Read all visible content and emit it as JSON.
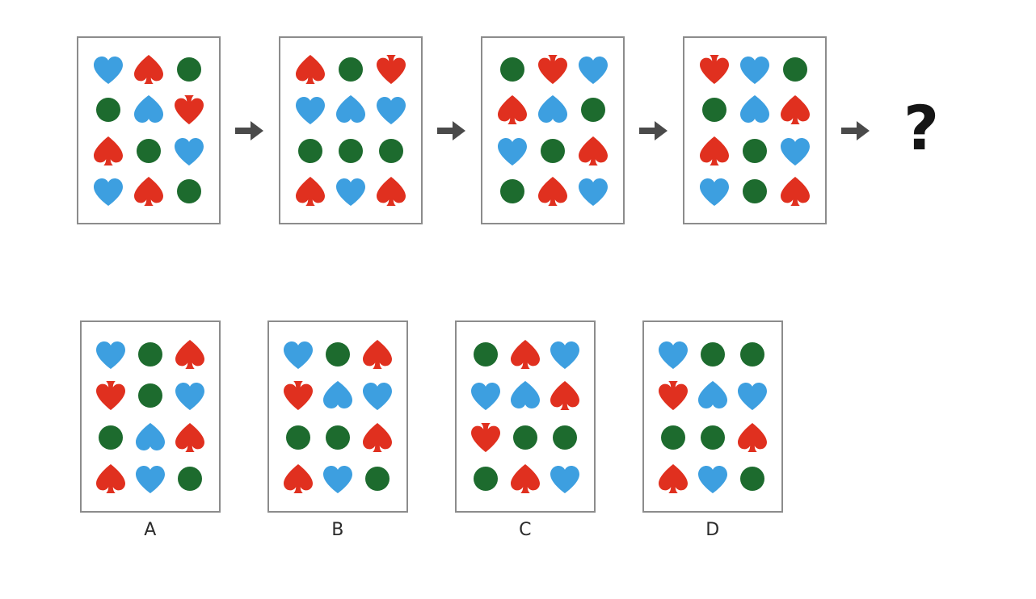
{
  "puzzle": {
    "type": "matrix-sequence-analogy",
    "grid_rows": 4,
    "grid_cols": 3,
    "question_symbol": "?",
    "arrow_icon": "arrow-right-icon",
    "colors": {
      "red": "#e0301f",
      "blue": "#3d9fe0",
      "green": "#1d6b2e",
      "panel_border": "#8c8c8c",
      "arrow": "#4a4a4a",
      "label": "#2b2b2b",
      "background": "#ffffff"
    },
    "shape_legend": {
      "heart": "heart-shape",
      "heart-inv": "heart-inverted-shape",
      "spade": "spade-shape",
      "spade-inv": "spade-inverted-shape",
      "circle": "circle-shape"
    }
  },
  "sequence": {
    "panels": [
      {
        "name": "sequence-panel-1",
        "cells": [
          {
            "shape": "heart",
            "color": "blue"
          },
          {
            "shape": "spade",
            "color": "red"
          },
          {
            "shape": "circle",
            "color": "green"
          },
          {
            "shape": "circle",
            "color": "green"
          },
          {
            "shape": "heart-inv",
            "color": "blue"
          },
          {
            "shape": "spade-inv",
            "color": "red"
          },
          {
            "shape": "spade",
            "color": "red"
          },
          {
            "shape": "circle",
            "color": "green"
          },
          {
            "shape": "heart",
            "color": "blue"
          },
          {
            "shape": "heart",
            "color": "blue"
          },
          {
            "shape": "spade",
            "color": "red"
          },
          {
            "shape": "circle",
            "color": "green"
          }
        ]
      },
      {
        "name": "sequence-panel-2",
        "cells": [
          {
            "shape": "spade",
            "color": "red"
          },
          {
            "shape": "circle",
            "color": "green"
          },
          {
            "shape": "spade-inv",
            "color": "red"
          },
          {
            "shape": "heart",
            "color": "blue"
          },
          {
            "shape": "heart-inv",
            "color": "blue"
          },
          {
            "shape": "heart",
            "color": "blue"
          },
          {
            "shape": "circle",
            "color": "green"
          },
          {
            "shape": "circle",
            "color": "green"
          },
          {
            "shape": "circle",
            "color": "green"
          },
          {
            "shape": "spade",
            "color": "red"
          },
          {
            "shape": "heart",
            "color": "blue"
          },
          {
            "shape": "spade",
            "color": "red"
          }
        ]
      },
      {
        "name": "sequence-panel-3",
        "cells": [
          {
            "shape": "circle",
            "color": "green"
          },
          {
            "shape": "spade-inv",
            "color": "red"
          },
          {
            "shape": "heart",
            "color": "blue"
          },
          {
            "shape": "spade",
            "color": "red"
          },
          {
            "shape": "heart-inv",
            "color": "blue"
          },
          {
            "shape": "circle",
            "color": "green"
          },
          {
            "shape": "heart",
            "color": "blue"
          },
          {
            "shape": "circle",
            "color": "green"
          },
          {
            "shape": "spade",
            "color": "red"
          },
          {
            "shape": "circle",
            "color": "green"
          },
          {
            "shape": "spade",
            "color": "red"
          },
          {
            "shape": "heart",
            "color": "blue"
          }
        ]
      },
      {
        "name": "sequence-panel-4",
        "cells": [
          {
            "shape": "spade-inv",
            "color": "red"
          },
          {
            "shape": "heart",
            "color": "blue"
          },
          {
            "shape": "circle",
            "color": "green"
          },
          {
            "shape": "circle",
            "color": "green"
          },
          {
            "shape": "heart-inv",
            "color": "blue"
          },
          {
            "shape": "spade",
            "color": "red"
          },
          {
            "shape": "spade",
            "color": "red"
          },
          {
            "shape": "circle",
            "color": "green"
          },
          {
            "shape": "heart",
            "color": "blue"
          },
          {
            "shape": "heart",
            "color": "blue"
          },
          {
            "shape": "circle",
            "color": "green"
          },
          {
            "shape": "spade",
            "color": "red"
          }
        ]
      }
    ]
  },
  "options": [
    {
      "label": "A",
      "name": "option-a",
      "cells": [
        {
          "shape": "heart",
          "color": "blue"
        },
        {
          "shape": "circle",
          "color": "green"
        },
        {
          "shape": "spade",
          "color": "red"
        },
        {
          "shape": "spade-inv",
          "color": "red"
        },
        {
          "shape": "circle",
          "color": "green"
        },
        {
          "shape": "heart",
          "color": "blue"
        },
        {
          "shape": "circle",
          "color": "green"
        },
        {
          "shape": "heart-inv",
          "color": "blue"
        },
        {
          "shape": "spade",
          "color": "red"
        },
        {
          "shape": "spade",
          "color": "red"
        },
        {
          "shape": "heart",
          "color": "blue"
        },
        {
          "shape": "circle",
          "color": "green"
        }
      ]
    },
    {
      "label": "B",
      "name": "option-b",
      "cells": [
        {
          "shape": "heart",
          "color": "blue"
        },
        {
          "shape": "circle",
          "color": "green"
        },
        {
          "shape": "spade",
          "color": "red"
        },
        {
          "shape": "spade-inv",
          "color": "red"
        },
        {
          "shape": "heart-inv",
          "color": "blue"
        },
        {
          "shape": "heart",
          "color": "blue"
        },
        {
          "shape": "circle",
          "color": "green"
        },
        {
          "shape": "circle",
          "color": "green"
        },
        {
          "shape": "spade",
          "color": "red"
        },
        {
          "shape": "spade",
          "color": "red"
        },
        {
          "shape": "heart",
          "color": "blue"
        },
        {
          "shape": "circle",
          "color": "green"
        }
      ]
    },
    {
      "label": "C",
      "name": "option-c",
      "cells": [
        {
          "shape": "circle",
          "color": "green"
        },
        {
          "shape": "spade",
          "color": "red"
        },
        {
          "shape": "heart",
          "color": "blue"
        },
        {
          "shape": "heart",
          "color": "blue"
        },
        {
          "shape": "heart-inv",
          "color": "blue"
        },
        {
          "shape": "spade",
          "color": "red"
        },
        {
          "shape": "spade-inv",
          "color": "red"
        },
        {
          "shape": "circle",
          "color": "green"
        },
        {
          "shape": "circle",
          "color": "green"
        },
        {
          "shape": "circle",
          "color": "green"
        },
        {
          "shape": "spade",
          "color": "red"
        },
        {
          "shape": "heart",
          "color": "blue"
        }
      ]
    },
    {
      "label": "D",
      "name": "option-d",
      "cells": [
        {
          "shape": "heart",
          "color": "blue"
        },
        {
          "shape": "circle",
          "color": "green"
        },
        {
          "shape": "circle",
          "color": "green"
        },
        {
          "shape": "spade-inv",
          "color": "red"
        },
        {
          "shape": "heart-inv",
          "color": "blue"
        },
        {
          "shape": "heart",
          "color": "blue"
        },
        {
          "shape": "circle",
          "color": "green"
        },
        {
          "shape": "circle",
          "color": "green"
        },
        {
          "shape": "spade",
          "color": "red"
        },
        {
          "shape": "spade",
          "color": "red"
        },
        {
          "shape": "heart",
          "color": "blue"
        },
        {
          "shape": "circle",
          "color": "green"
        }
      ]
    }
  ]
}
